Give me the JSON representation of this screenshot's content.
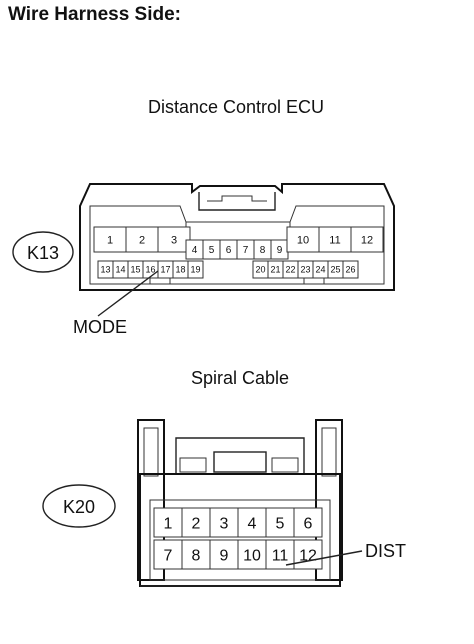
{
  "page": {
    "title": "Wire Harness Side:"
  },
  "connector_k13": {
    "component_label": "Distance Control ECU",
    "connector_id": "K13",
    "pins_row1_left": [
      "1",
      "2",
      "3"
    ],
    "pins_row1_center": [
      "4",
      "5",
      "6",
      "7",
      "8",
      "9"
    ],
    "pins_row1_right": [
      "10",
      "11",
      "12"
    ],
    "pins_row2_left": [
      "13",
      "14",
      "15",
      "16",
      "17",
      "18",
      "19"
    ],
    "pins_row2_right": [
      "20",
      "21",
      "22",
      "23",
      "24",
      "25",
      "26"
    ],
    "callout": {
      "label": "MODE",
      "pin": "16"
    }
  },
  "connector_k20": {
    "component_label": "Spiral Cable",
    "connector_id": "K20",
    "pins_row1": [
      "1",
      "2",
      "3",
      "4",
      "5",
      "6"
    ],
    "pins_row2": [
      "7",
      "8",
      "9",
      "10",
      "11",
      "12"
    ],
    "callout": {
      "label": "DIST",
      "pin": "12"
    }
  }
}
